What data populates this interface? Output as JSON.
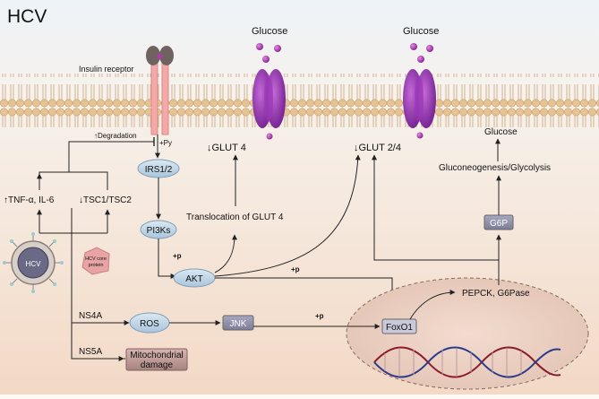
{
  "title": "HCV",
  "labels": {
    "insulin_receptor": "Insulin receptor",
    "glucose_left": "Glucose",
    "glucose_right": "Glucose",
    "glut4": "↓GLUT 4",
    "glut24": "↓GLUT 2/4",
    "glucose_out": "Glucose",
    "gluconeogenesis": "Gluconeogenesis/Glycolysis",
    "g6p": "G6P",
    "degradation": "↑Degradation",
    "py": "+Py",
    "irs": "IRS1/2",
    "tnf": "↑TNF-α, IL-6",
    "tsc": "↓TSC1/TSC2",
    "pi3k": "PI3Ks",
    "translocation": "Translocation of GLUT 4",
    "p1": "+p",
    "akt": "AKT",
    "p2": "+p",
    "hcv_virus": "HCV",
    "hcv_core_l1": "HCV core",
    "hcv_core_l2": "protein",
    "pepck": "PEPCK, G6Pase",
    "ns4a": "NS4A",
    "ros": "ROS",
    "jnk": "JNK",
    "p3": "+p",
    "foxo1": "FoxO1",
    "ns5a": "NS5A",
    "mito_l1": "Mitochondrial",
    "mito_l2": "damage"
  },
  "colors": {
    "membrane_head": "#e8c79a",
    "channel": "#8a2aa8",
    "glucose_dot": "#a03aa8",
    "nucleus": "#e9d0c4",
    "pill_blue": "#b9d2e4",
    "box_grey": "#8c8ca8",
    "mito_box": "#b89090",
    "core_pentagon": "#e6a4a4"
  }
}
